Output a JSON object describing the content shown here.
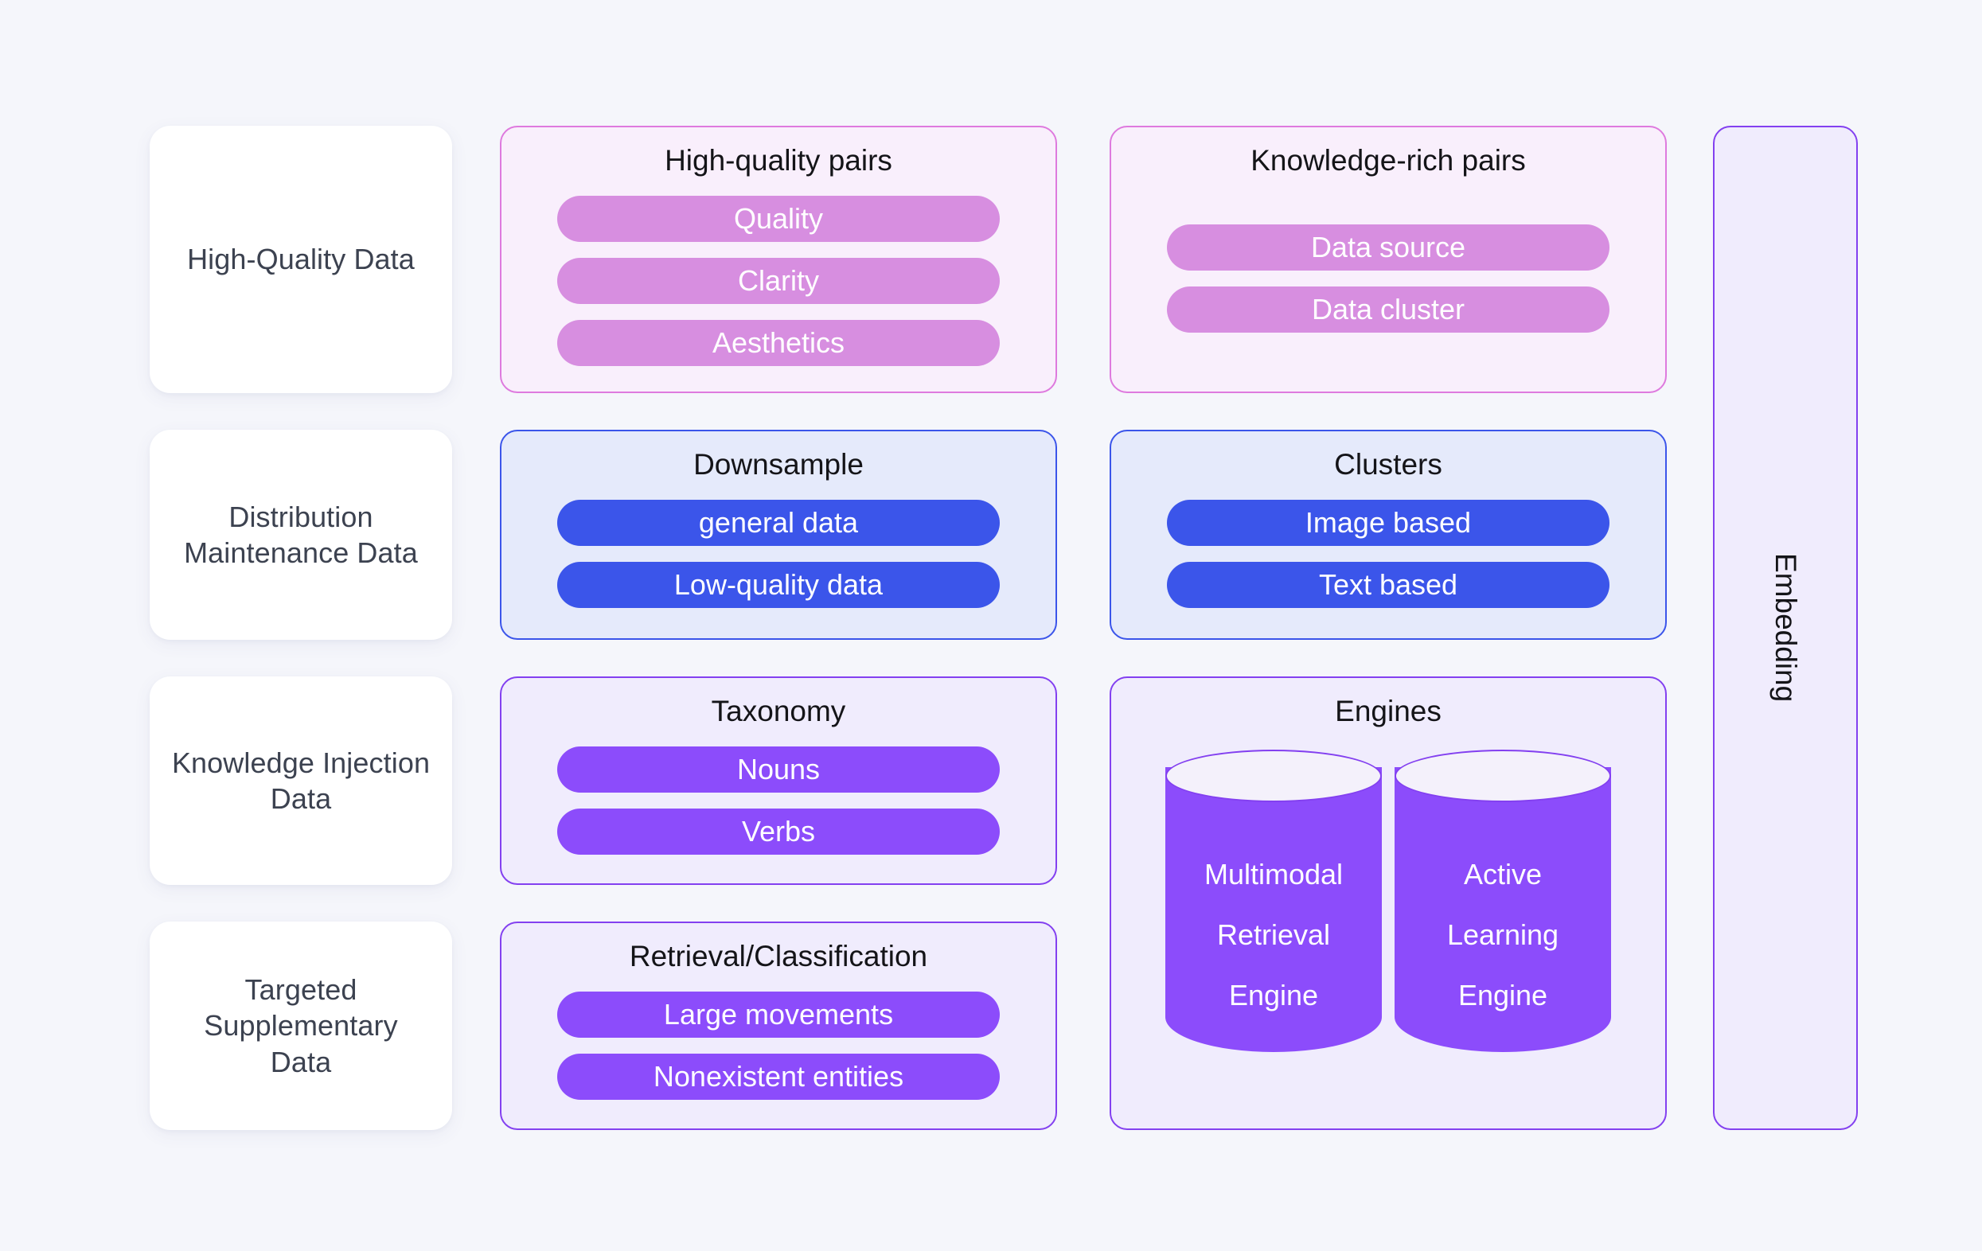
{
  "page": {
    "background_color": "#f5f6fb",
    "title": "Data pipeline taxonomy diagram"
  },
  "categories": [
    {
      "label": "High-Quality Data"
    },
    {
      "label": "Distribution Maintenance Data"
    },
    {
      "label": "Knowledge Injection Data"
    },
    {
      "label": "Targeted Supplementary Data"
    }
  ],
  "panels": {
    "high_quality_pairs": {
      "title": "High-quality pairs",
      "accent_color": "#de7ade",
      "fill_color": "#f9effc",
      "pill_color": "#d78ee0",
      "items": [
        "Quality",
        "Clarity",
        "Aesthetics"
      ]
    },
    "knowledge_rich_pairs": {
      "title": "Knowledge-rich pairs",
      "accent_color": "#de7ade",
      "fill_color": "#f9effc",
      "pill_color": "#d78ee0",
      "items": [
        "Data source",
        "Data cluster"
      ]
    },
    "downsample": {
      "title": "Downsample",
      "accent_color": "#3b55ea",
      "fill_color": "#e5eafb",
      "pill_color": "#3b55ea",
      "items": [
        "general data",
        "Low-quality data"
      ]
    },
    "clusters": {
      "title": "Clusters",
      "accent_color": "#3b55ea",
      "fill_color": "#e5eafb",
      "pill_color": "#3b55ea",
      "items": [
        "Image based",
        "Text based"
      ]
    },
    "taxonomy": {
      "title": "Taxonomy",
      "accent_color": "#8340f0",
      "fill_color": "#f0ecfd",
      "pill_color": "#8c4cfb",
      "items": [
        "Nouns",
        "Verbs"
      ]
    },
    "retrieval_classification": {
      "title": "Retrieval/Classification",
      "accent_color": "#8340f0",
      "fill_color": "#f0ecfd",
      "pill_color": "#8c4cfb",
      "items": [
        "Large movements",
        "Nonexistent entities"
      ]
    },
    "engines": {
      "title": "Engines",
      "accent_color": "#8340f0",
      "fill_color": "#f0ecfd",
      "cylinder_color": "#8c4cfb",
      "cylinder_top_color": "#f4f1fb",
      "cylinders": [
        {
          "lines": [
            "Multimodal",
            "Retrieval",
            "Engine"
          ]
        },
        {
          "lines": [
            "Active",
            "Learning",
            "Engine"
          ]
        }
      ]
    }
  },
  "embedding": {
    "label": "Embedding",
    "accent_color": "#8340f0",
    "fill_color": "#f0ecfd"
  }
}
